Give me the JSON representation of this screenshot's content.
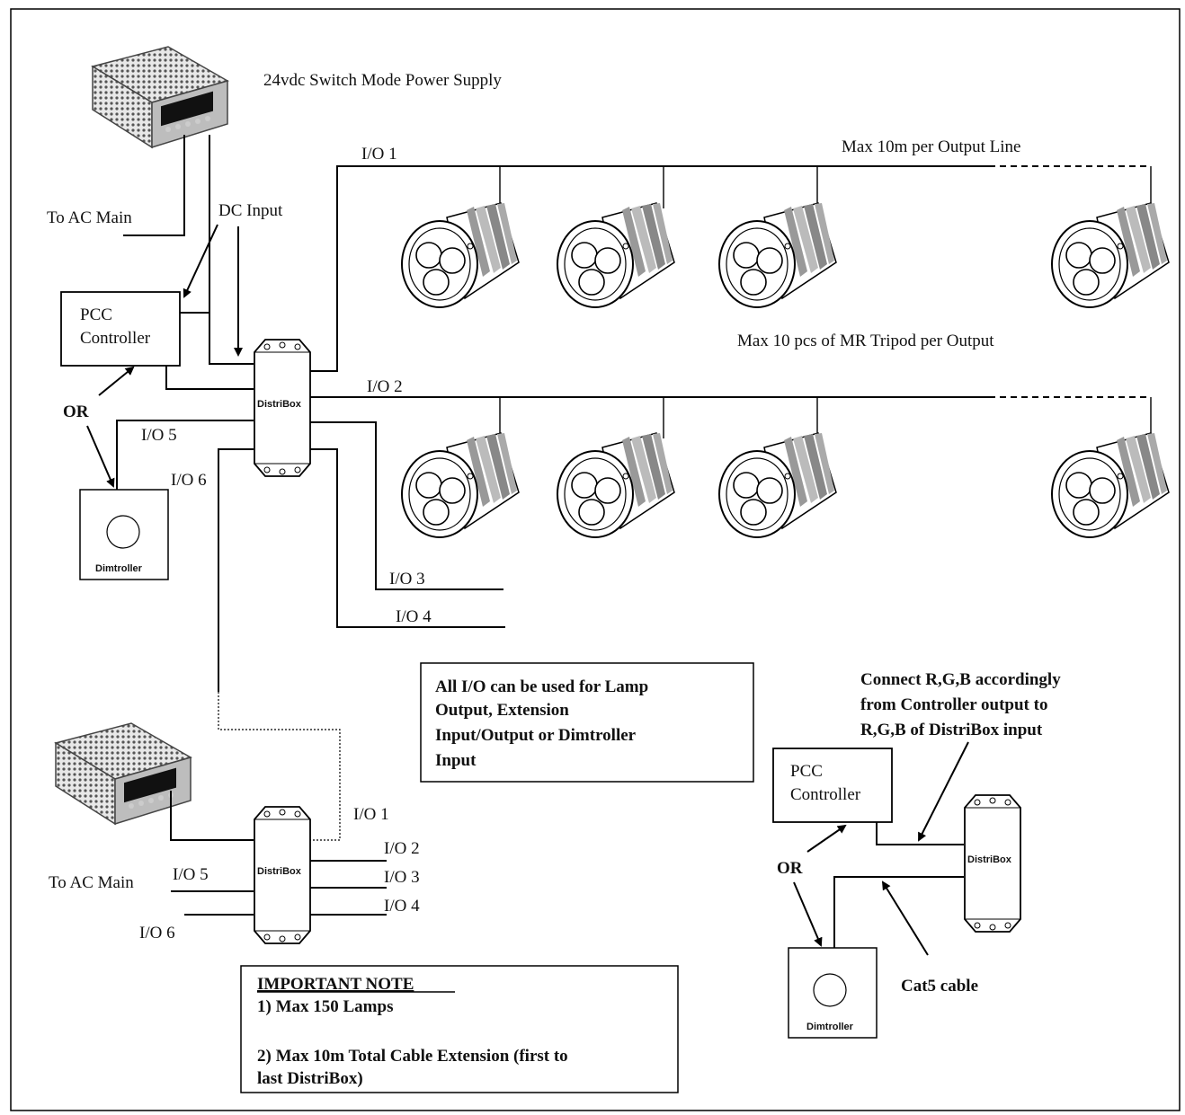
{
  "top": {
    "psu_label": "24vdc Switch Mode Power Supply",
    "ac_main_label": "To AC Main",
    "dc_input_label": "DC Input",
    "controller_line1": "PCC",
    "controller_line2": "Controller",
    "or_label": "OR",
    "io1": "I/O 1",
    "io2": "I/O 2",
    "io3": "I/O 3",
    "io4": "I/O 4",
    "io5": "I/O 5",
    "io6": "I/O 6",
    "distribox_label": "DistriBox",
    "dimtroller_label": "Dimtroller",
    "max_line_label": "Max 10m per Output Line",
    "max_pcs_label": "Max 10 pcs of MR Tripod per Output"
  },
  "info_box": {
    "lines": [
      "All I/O can be used for Lamp",
      "Output, Extension",
      "Input/Output or Dimtroller",
      "Input"
    ]
  },
  "bottom_left": {
    "ac_main_label": "To AC Main",
    "io1": "I/O 1",
    "io2": "I/O 2",
    "io3": "I/O 3",
    "io4": "I/O 4",
    "io5": "I/O 5",
    "io6": "I/O 6",
    "distribox_label": "DistriBox"
  },
  "bottom_right": {
    "connect_lines": [
      "Connect R,G,B accordingly",
      "from Controller output to",
      "R,G,B of DistriBox input"
    ],
    "controller_line1": "PCC",
    "controller_line2": "Controller",
    "or_label": "OR",
    "distribox_label": "DistriBox",
    "dimtroller_label": "Dimtroller",
    "cable_label": "Cat5 cable"
  },
  "note_box": {
    "title": "IMPORTANT NOTE",
    "item1": "1) Max 150 Lamps",
    "item2_line1": "2) Max 10m Total Cable Extension (first to",
    "item2_line2": "last DistriBox)"
  }
}
